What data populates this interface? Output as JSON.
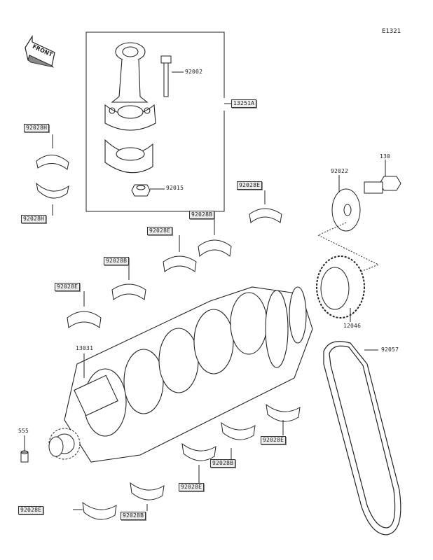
{
  "diagram_id": "E1321",
  "front_label": "FRONT",
  "parts": [
    {
      "key": "p1",
      "number": "92002",
      "boxed": false
    },
    {
      "key": "p2",
      "number": "13251A",
      "boxed": true
    },
    {
      "key": "p3",
      "number": "92028H",
      "boxed": true
    },
    {
      "key": "p4",
      "number": "92028H",
      "boxed": true
    },
    {
      "key": "p5",
      "number": "92015",
      "boxed": false
    },
    {
      "key": "p6",
      "number": "92022",
      "boxed": false
    },
    {
      "key": "p7",
      "number": "130",
      "boxed": false
    },
    {
      "key": "p8",
      "number": "92028E",
      "boxed": true
    },
    {
      "key": "p9",
      "number": "92028B",
      "boxed": true
    },
    {
      "key": "p10",
      "number": "92028E",
      "boxed": true
    },
    {
      "key": "p11",
      "number": "92028B",
      "boxed": true
    },
    {
      "key": "p12",
      "number": "92028E",
      "boxed": true
    },
    {
      "key": "p13",
      "number": "12046",
      "boxed": false
    },
    {
      "key": "p14",
      "number": "13031",
      "boxed": false
    },
    {
      "key": "p15",
      "number": "92057",
      "boxed": false
    },
    {
      "key": "p16",
      "number": "555",
      "boxed": false
    },
    {
      "key": "p17",
      "number": "92028E",
      "boxed": true
    },
    {
      "key": "p18",
      "number": "92028B",
      "boxed": true
    },
    {
      "key": "p19",
      "number": "92028E",
      "boxed": true
    },
    {
      "key": "p20",
      "number": "92028E",
      "boxed": true
    },
    {
      "key": "p21",
      "number": "92028B",
      "boxed": true
    }
  ]
}
